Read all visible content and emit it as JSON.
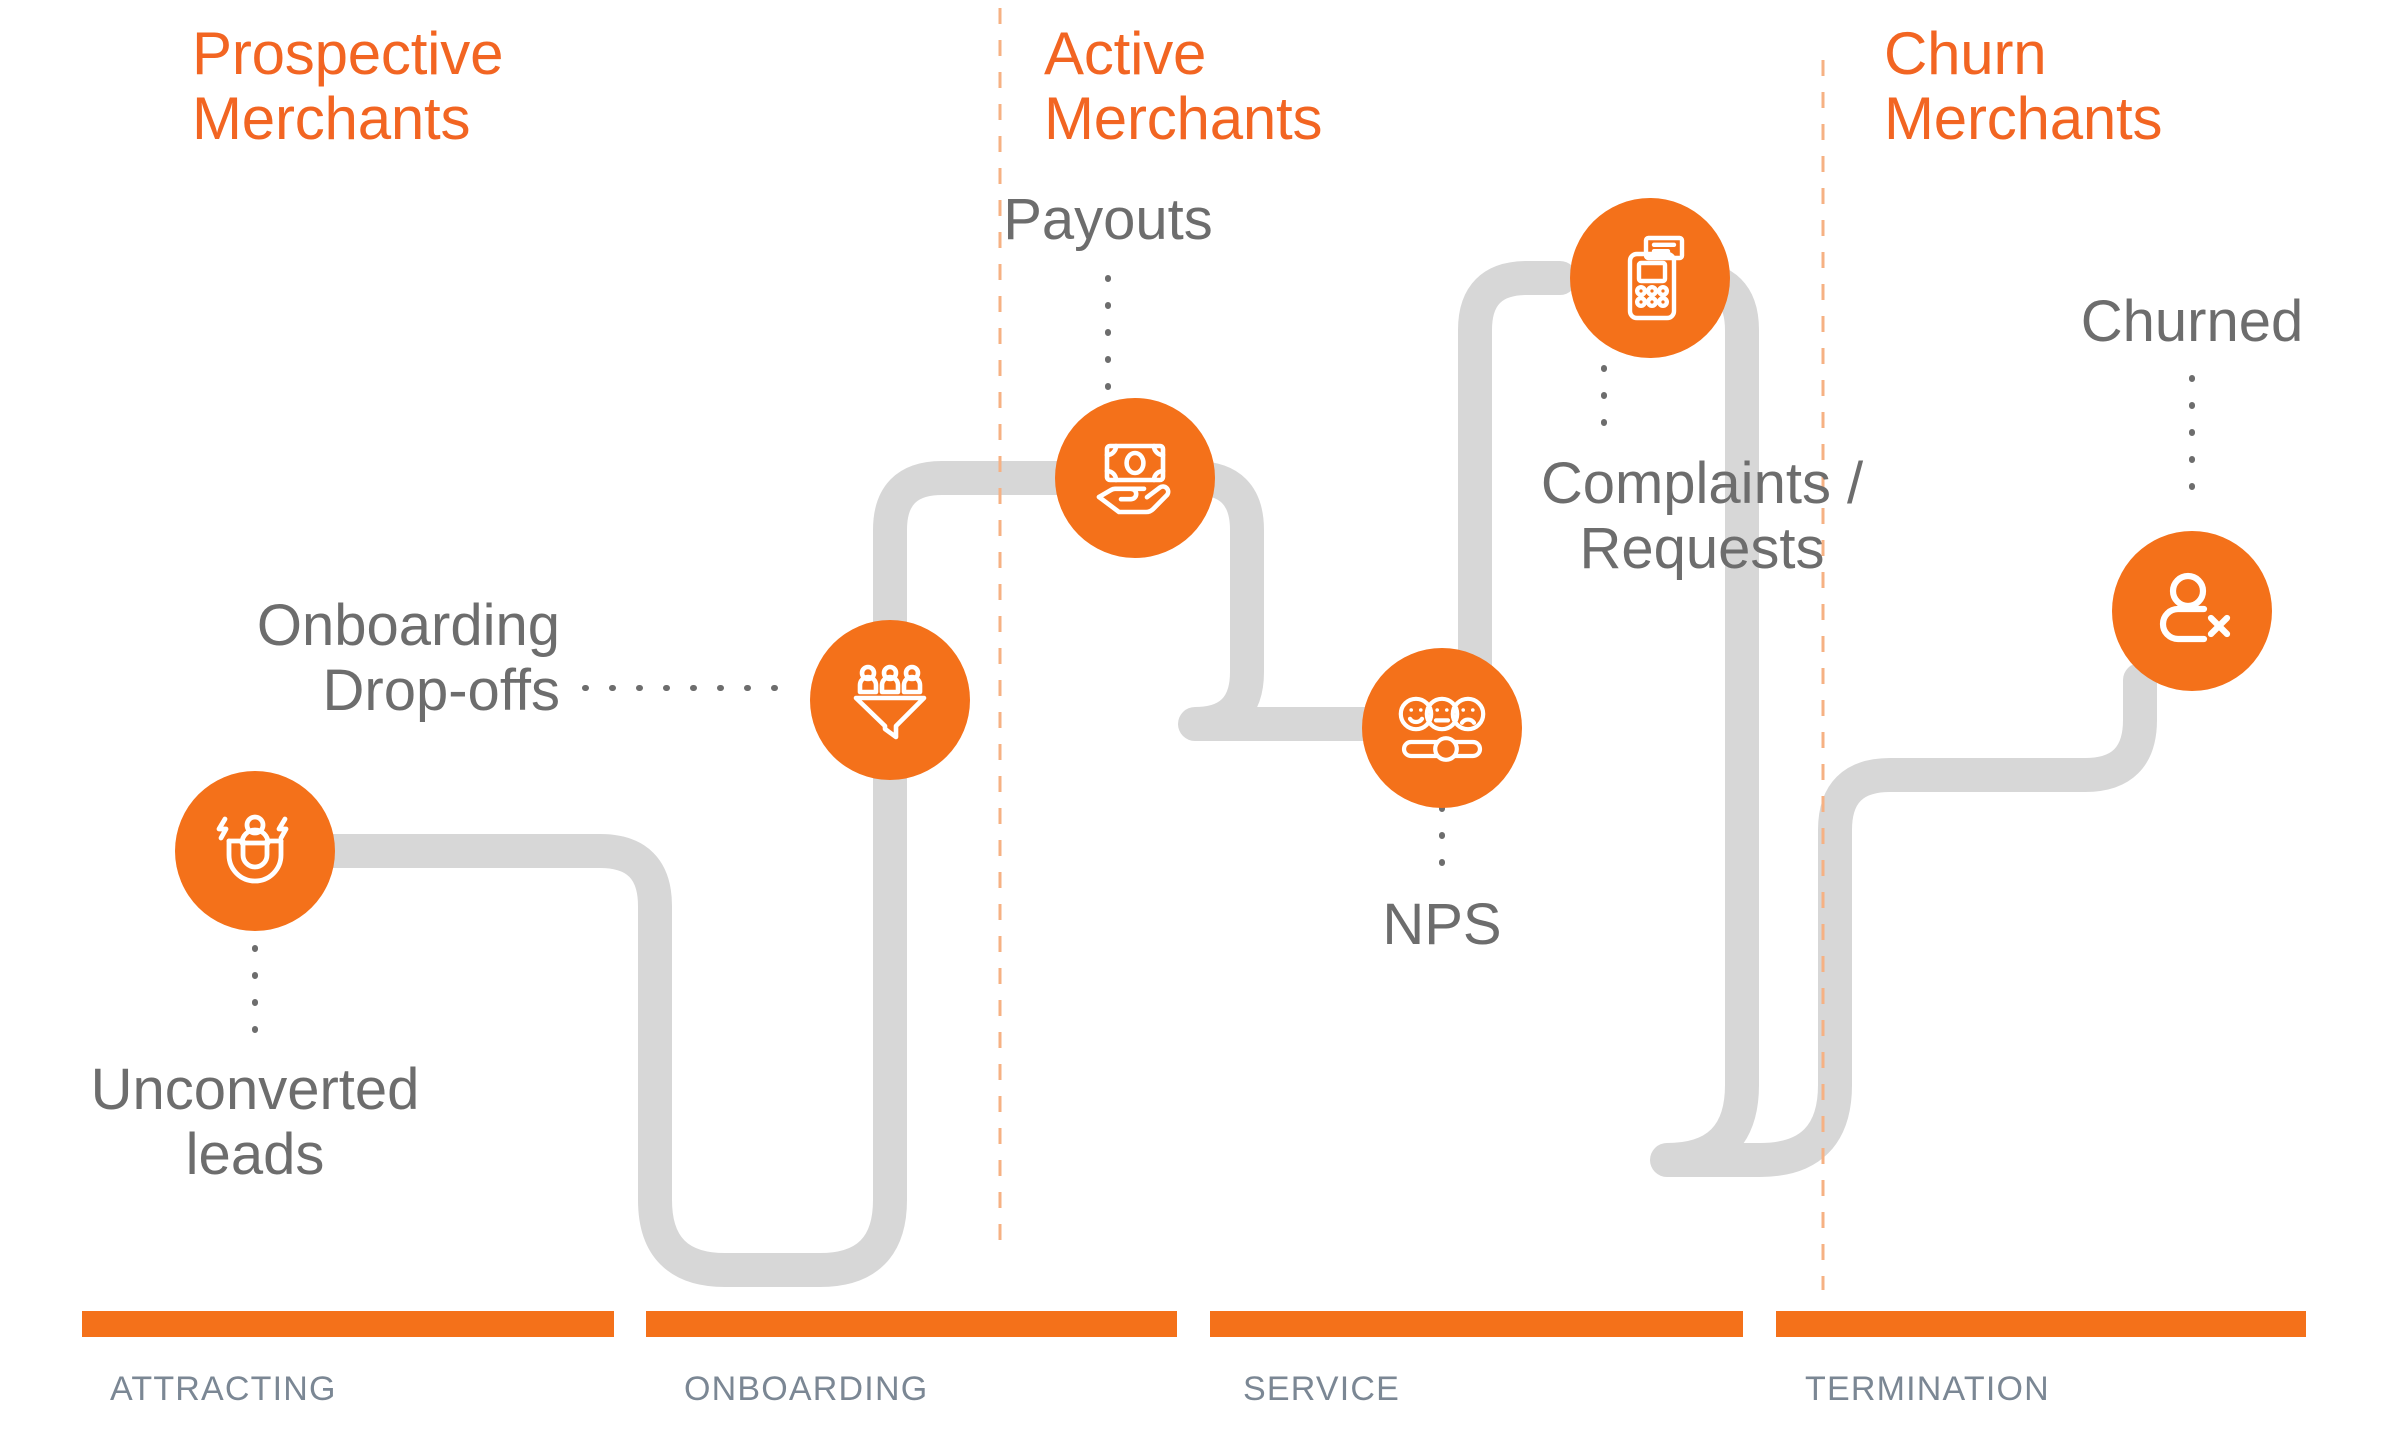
{
  "theme": {
    "accent_orange": "#F4711A",
    "header_orange": "#F26522",
    "path_gray": "#D7D7D7",
    "label_gray": "#6d6d6d",
    "stage_label_gray": "#7b8794",
    "divider_orange": "#F4A87C",
    "background": "#ffffff"
  },
  "segments": [
    {
      "id": "prospective",
      "title": "Prospective\nMerchants"
    },
    {
      "id": "active",
      "title": "Active\nMerchants"
    },
    {
      "id": "churn",
      "title": "Churn\nMerchants"
    }
  ],
  "stages": [
    {
      "id": "attracting",
      "label": "ATTRACTING"
    },
    {
      "id": "onboarding",
      "label": "ONBOARDING"
    },
    {
      "id": "service",
      "label": "SERVICE"
    },
    {
      "id": "termination",
      "label": "TERMINATION"
    }
  ],
  "nodes": [
    {
      "id": "unconverted-leads",
      "icon": "magnet-attract-icon",
      "label": "Unconverted\nleads",
      "label_position": "below",
      "stage": "attracting"
    },
    {
      "id": "onboarding-drop-offs",
      "icon": "funnel-people-icon",
      "label": "Onboarding\nDrop-offs",
      "label_position": "left",
      "stage": "onboarding"
    },
    {
      "id": "payouts",
      "icon": "hand-money-icon",
      "label": "Payouts",
      "label_position": "above",
      "stage": "onboarding"
    },
    {
      "id": "nps",
      "icon": "satisfaction-rating-icon",
      "label": "NPS",
      "label_position": "below",
      "stage": "service"
    },
    {
      "id": "complaints-requests",
      "icon": "pos-terminal-icon",
      "label": "Complaints /\nRequests",
      "label_position": "below",
      "stage": "service"
    },
    {
      "id": "churned",
      "icon": "user-remove-icon",
      "label": "Churned",
      "label_position": "above",
      "stage": "termination"
    }
  ]
}
